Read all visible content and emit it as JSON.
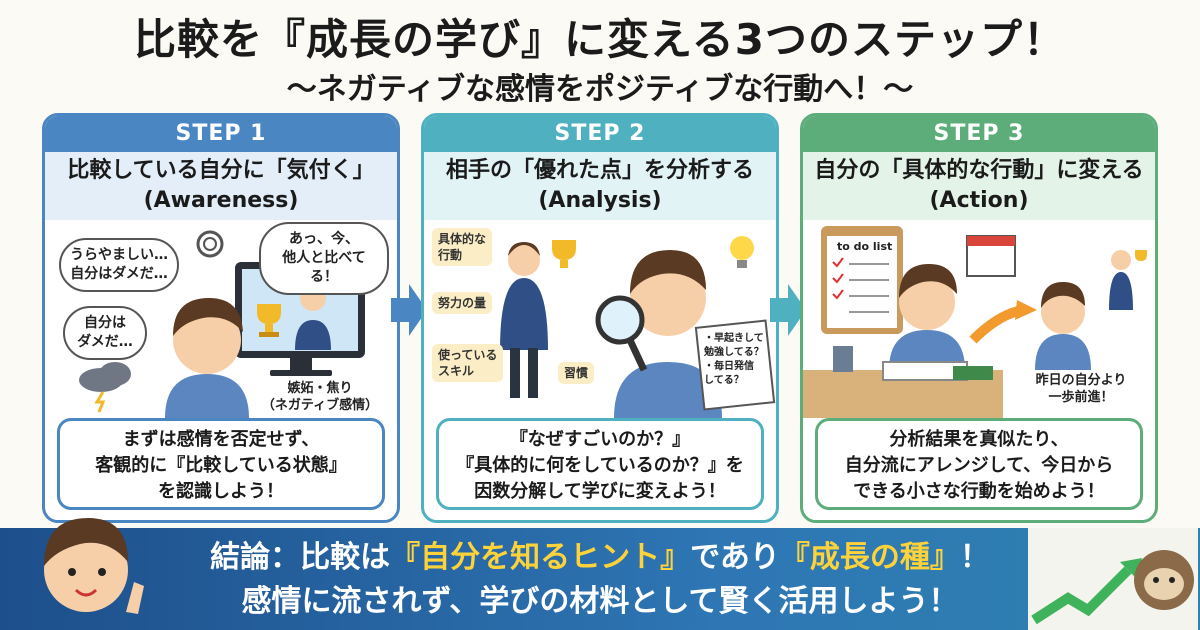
{
  "title": "比較を『成長の学び』に変える3つのステップ！",
  "subtitle": "〜ネガティブな感情をポジティブな行動へ！〜",
  "steps": [
    {
      "label": "STEP 1",
      "heading": "比較している自分に「気付く」",
      "heading_en": "(Awareness)",
      "bubbles": [
        "うらやましい…",
        "自分はダメだ…",
        "自分は",
        "ダメだ…",
        "あっ、今、",
        "他人と比べてる！"
      ],
      "caption": [
        "嫉妬・焦り",
        "（ネガティブ感情）"
      ],
      "note": [
        "まずは感情を否定せず、",
        "客観的に『比較している状態』",
        "を認識しよう！"
      ],
      "color": "#4a86c1"
    },
    {
      "label": "STEP 2",
      "heading": "相手の「優れた点」を分析する",
      "heading_en": "(Analysis)",
      "tags": [
        "具体的な",
        "行動",
        "努力の量",
        "使っている",
        "スキル",
        "習慣"
      ],
      "memo": [
        "・早起きして",
        "勉強してる？",
        "・毎日発信",
        "してる？"
      ],
      "note": [
        "『なぜすごいのか？』",
        "『具体的に何をしているのか？』を",
        "因数分解して学びに変えよう！"
      ],
      "color": "#4fb0bf"
    },
    {
      "label": "STEP 3",
      "heading": "自分の「具体的な行動」に変える",
      "heading_en": "(Action)",
      "todo": "to do list",
      "caption": [
        "昨日の自分より",
        "一歩前進！"
      ],
      "note": [
        "分析結果を真似たり、",
        "自分流にアレンジして、今日から",
        "できる小さな行動を始めよう！"
      ],
      "color": "#5cad7a"
    }
  ],
  "banner": {
    "line1_a": "結論：比較は",
    "line1_b": "『自分を知るヒント』",
    "line1_c": "であり",
    "line1_d": "『成長の種』",
    "line1_e": "！",
    "line2": "感情に流されず、学びの材料として賢く活用しよう！",
    "highlight_color": "#ffd23a"
  }
}
